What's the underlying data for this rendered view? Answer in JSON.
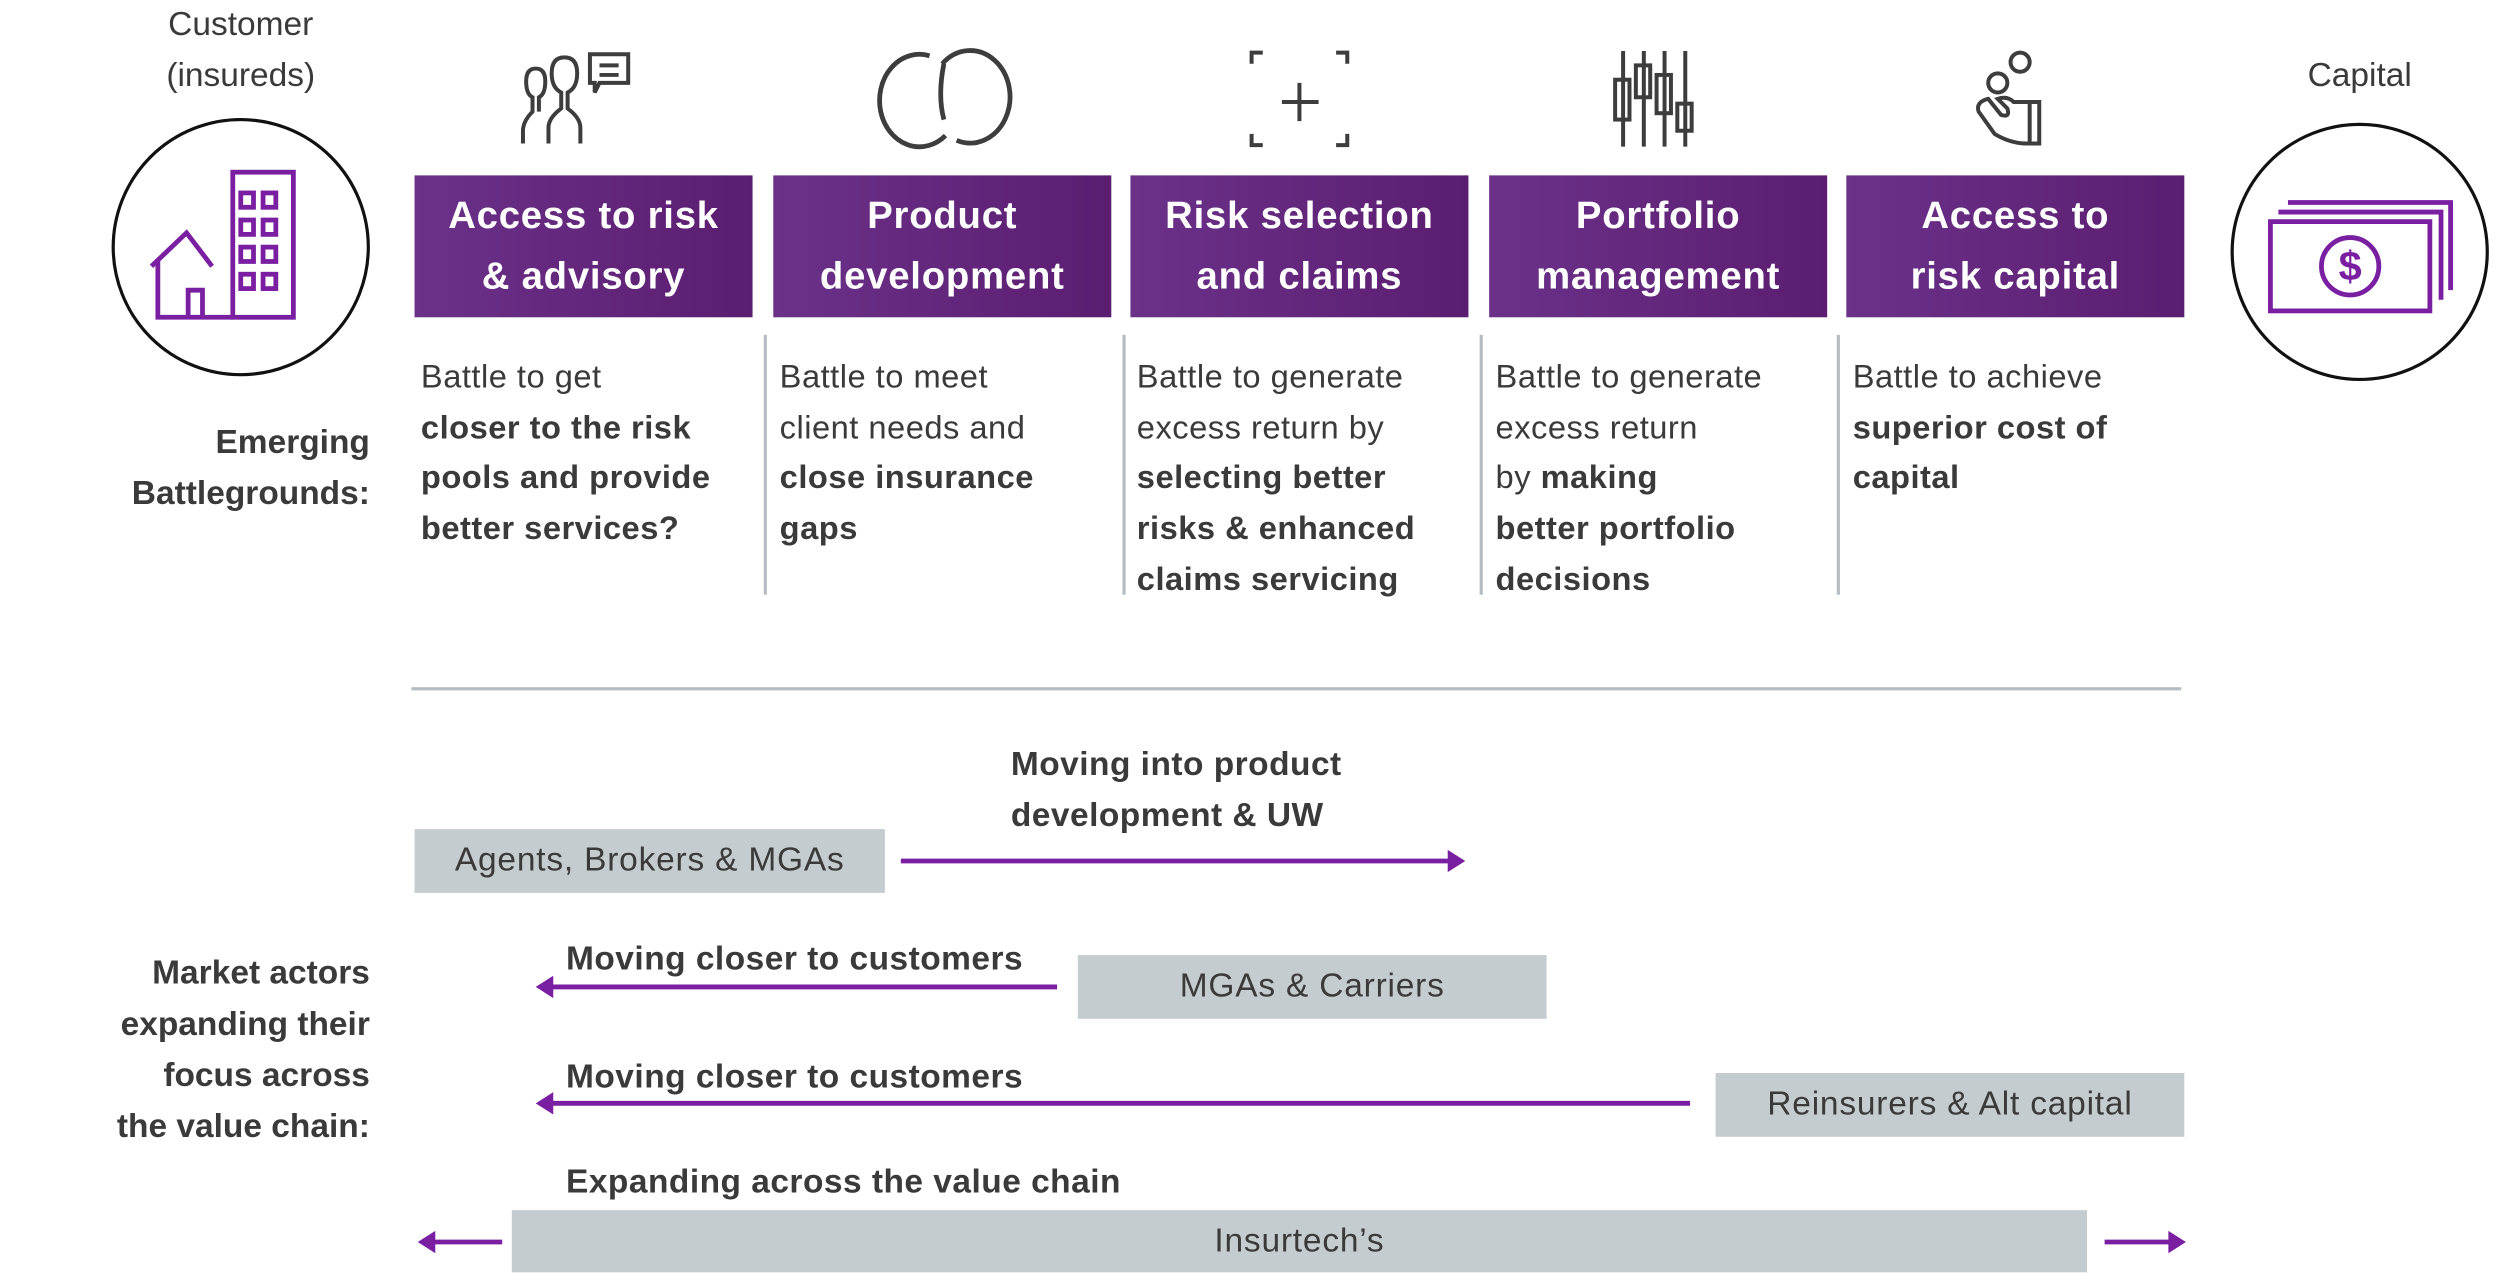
{
  "customer": {
    "label_line1": "Customer",
    "label_line2": "(insureds)",
    "icon": "building-house-icon"
  },
  "capital": {
    "label": "Capital",
    "icon": "banknotes-dollar-icon"
  },
  "colors": {
    "accent_purple": "#7a1fa2",
    "box_purple": "#62267c",
    "gray_box": "#c5ccd0",
    "text": "#3a3a3a"
  },
  "emerging_label": [
    "Emerging",
    "Battlegrounds:"
  ],
  "columns": [
    {
      "title_lines": [
        "Access to risk",
        "& advisory"
      ],
      "icon": "people-chat-icon",
      "desc": [
        [
          {
            "t": "Battle to get",
            "b": false
          }
        ],
        [
          {
            "t": "closer to the risk",
            "b": true
          }
        ],
        [
          {
            "t": "pools and provide",
            "b": true
          }
        ],
        [
          {
            "t": "better services?",
            "b": true
          }
        ]
      ]
    },
    {
      "title_lines": [
        "Product",
        "development"
      ],
      "icon": "interlocking-rings-icon",
      "desc": [
        [
          {
            "t": "Battle to meet",
            "b": false
          }
        ],
        [
          {
            "t": "client needs and",
            "b": false
          }
        ],
        [
          {
            "t": "close insurance",
            "b": true
          }
        ],
        [
          {
            "t": "gaps",
            "b": true
          }
        ]
      ]
    },
    {
      "title_lines": [
        "Risk selection",
        "and claims"
      ],
      "icon": "crosshair-frame-icon",
      "desc": [
        [
          {
            "t": "Battle to generate",
            "b": false
          }
        ],
        [
          {
            "t": "excess return by",
            "b": false
          }
        ],
        [
          {
            "t": "selecting better",
            "b": true
          }
        ],
        [
          {
            "t": "risks & enhanced",
            "b": true
          }
        ],
        [
          {
            "t": "claims servicing",
            "b": true
          }
        ]
      ]
    },
    {
      "title_lines": [
        "Portfolio",
        "management"
      ],
      "icon": "candlestick-chart-icon",
      "desc": [
        [
          {
            "t": "Battle to generate",
            "b": false
          }
        ],
        [
          {
            "t": "excess return",
            "b": false
          }
        ],
        [
          {
            "t": "by ",
            "b": false
          },
          {
            "t": "making",
            "b": true
          }
        ],
        [
          {
            "t": "better portfolio",
            "b": true
          }
        ],
        [
          {
            "t": "decisions",
            "b": true
          }
        ]
      ]
    },
    {
      "title_lines": [
        "Access to",
        "risk capital"
      ],
      "icon": "hand-coins-icon",
      "desc": [
        [
          {
            "t": "Battle to achieve",
            "b": false
          }
        ],
        [
          {
            "t": "superior cost of",
            "b": true
          }
        ],
        [
          {
            "t": "capital",
            "b": true
          }
        ]
      ]
    }
  ],
  "market_label": [
    "Market actors",
    "expanding their",
    "focus across",
    "the value chain:"
  ],
  "actors": {
    "agents": {
      "label": "Agents, Brokers & MGAs",
      "move_lines": [
        "Moving into product",
        "development & UW"
      ],
      "direction": "right"
    },
    "mgas": {
      "label": "MGAs & Carriers",
      "move": "Moving closer to customers",
      "direction": "left"
    },
    "reinsurers": {
      "label": "Reinsurers & Alt capital",
      "move": "Moving closer to customers",
      "direction": "left"
    },
    "insurtech": {
      "label": "Insurtech’s",
      "move": "Expanding across the value chain",
      "direction": "both"
    }
  }
}
